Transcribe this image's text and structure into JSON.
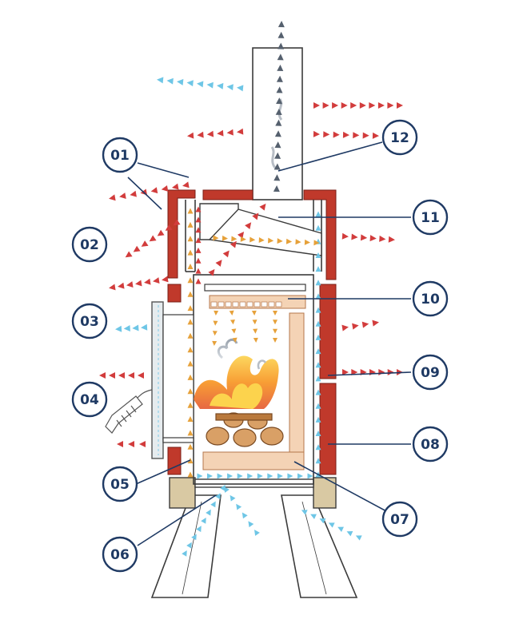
{
  "colors": {
    "outline": "#3b3b3b",
    "brick": "#c0392b",
    "callout": "#1f3a64",
    "cold_air": "#6ec6e6",
    "warm_air": "#e6a13a",
    "hot_air": "#d23c3c",
    "smoke": "#55606e",
    "firebrick": "#f4d3b5",
    "base_block": "#d9c9a3",
    "glass": "#e6ecef"
  },
  "callouts": [
    "01",
    "02",
    "03",
    "04",
    "05",
    "06",
    "07",
    "08",
    "09",
    "10",
    "11",
    "12"
  ]
}
